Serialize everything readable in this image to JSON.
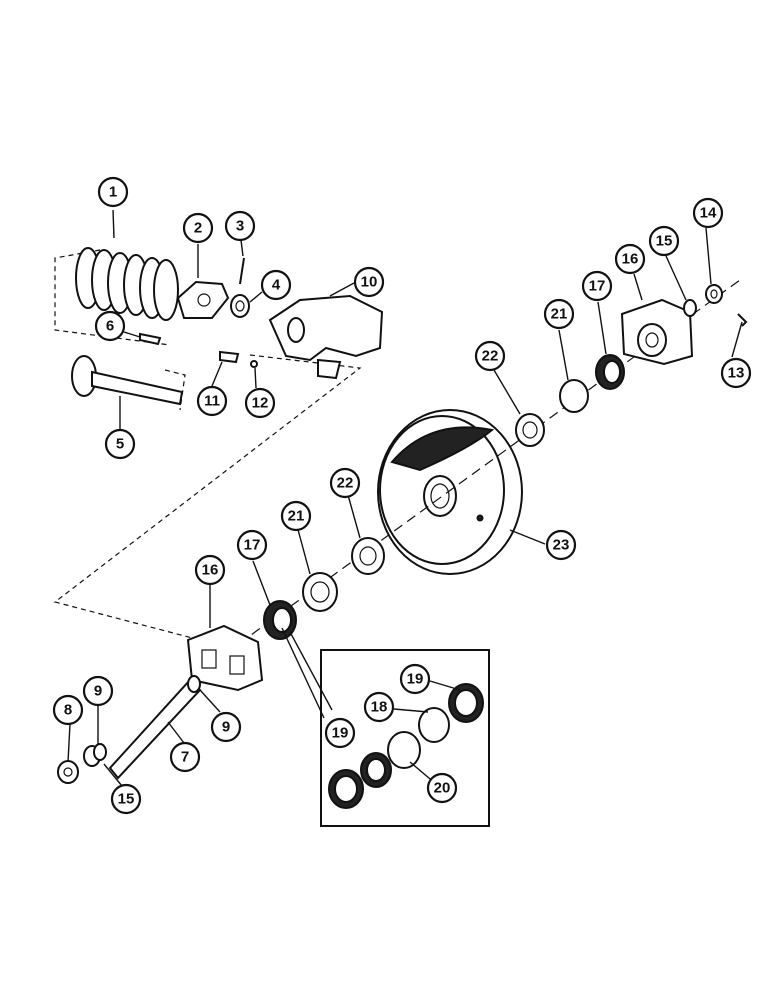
{
  "diagram": {
    "callouts": [
      {
        "id": "c1",
        "label": "1"
      },
      {
        "id": "c2",
        "label": "2"
      },
      {
        "id": "c3",
        "label": "3"
      },
      {
        "id": "c4",
        "label": "4"
      },
      {
        "id": "c5",
        "label": "5"
      },
      {
        "id": "c6",
        "label": "6"
      },
      {
        "id": "c7",
        "label": "7"
      },
      {
        "id": "c8",
        "label": "8"
      },
      {
        "id": "c9a",
        "label": "9"
      },
      {
        "id": "c9b",
        "label": "9"
      },
      {
        "id": "c10",
        "label": "10"
      },
      {
        "id": "c11",
        "label": "11"
      },
      {
        "id": "c12",
        "label": "12"
      },
      {
        "id": "c13",
        "label": "13"
      },
      {
        "id": "c14",
        "label": "14"
      },
      {
        "id": "c15a",
        "label": "15"
      },
      {
        "id": "c15b",
        "label": "15"
      },
      {
        "id": "c16a",
        "label": "16"
      },
      {
        "id": "c16b",
        "label": "16"
      },
      {
        "id": "c17a",
        "label": "17"
      },
      {
        "id": "c17b",
        "label": "17"
      },
      {
        "id": "c18",
        "label": "18"
      },
      {
        "id": "c19a",
        "label": "19"
      },
      {
        "id": "c19b",
        "label": "19"
      },
      {
        "id": "c20",
        "label": "20"
      },
      {
        "id": "c21a",
        "label": "21"
      },
      {
        "id": "c21b",
        "label": "21"
      },
      {
        "id": "c22a",
        "label": "22"
      },
      {
        "id": "c22b",
        "label": "22"
      },
      {
        "id": "c23",
        "label": "23"
      }
    ]
  }
}
